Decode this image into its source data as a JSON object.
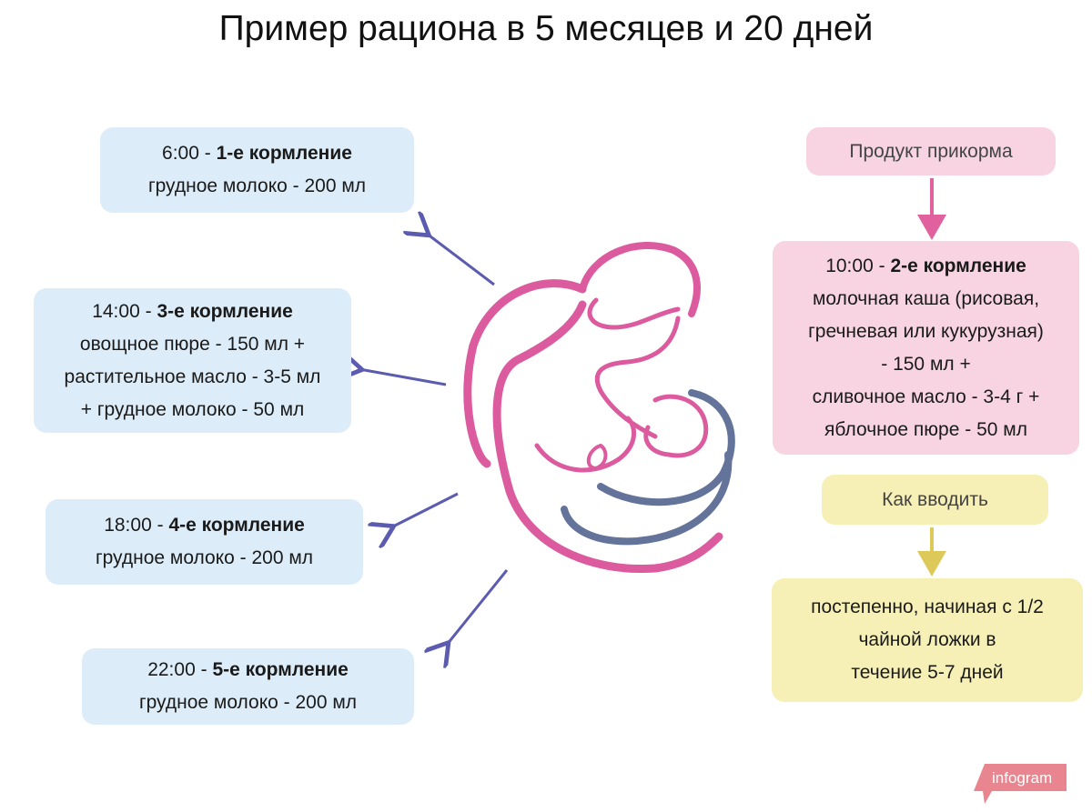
{
  "title": "Пример рациона в 5 месяцев и 20 дней",
  "feedings": [
    {
      "time": "6:00",
      "name": "1-е кормление",
      "lines": [
        "грудное молоко - 200 мл"
      ]
    },
    {
      "time": "14:00",
      "name": "3-е кормление",
      "lines": [
        "овощное пюре - 150 мл +",
        "растительное масло - 3-5 мл",
        "+ грудное молоко - 50 мл"
      ]
    },
    {
      "time": "18:00",
      "name": "4-е кормление",
      "lines": [
        "грудное молоко - 200 мл"
      ]
    },
    {
      "time": "22:00",
      "name": "5-е кормление",
      "lines": [
        "грудное молоко - 200 мл"
      ]
    }
  ],
  "product": {
    "label": "Продукт прикорма",
    "time": "10:00",
    "name": "2-е кормление",
    "lines": [
      "молочная каша (рисовая,",
      "гречневая или кукурузная)",
      "- 150 мл +",
      "сливочное масло - 3-4 г +",
      "яблочное пюре - 50 мл"
    ]
  },
  "how": {
    "label": "Как вводить",
    "lines": [
      "постепенно, начиная с 1/2",
      "чайной ложки в",
      "течение 5-7 дней"
    ]
  },
  "brand": "infogram",
  "colors": {
    "blue_box": "#dcecf8",
    "pink_box": "#f8d4e2",
    "yellow_box": "#f7f0b6",
    "arrow_blue": "#5b5bb0",
    "arrow_pink": "#e0619e",
    "arrow_yellow": "#dcc95a",
    "logo_pink": "#dc5a9e",
    "logo_navy": "#63739a"
  }
}
